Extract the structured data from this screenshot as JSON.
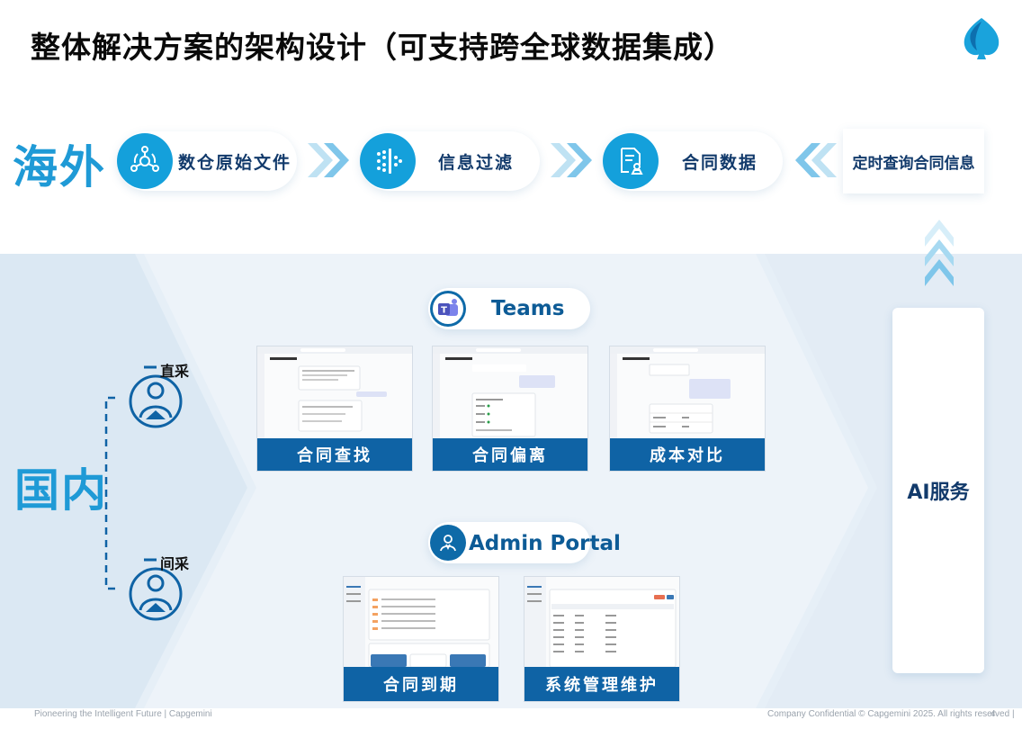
{
  "title": "整体解决方案的架构设计（可支持跨全球数据集成）",
  "overseas": {
    "label": "海外",
    "steps": [
      {
        "icon": "hub-network-icon",
        "label": "数仓原始文件"
      },
      {
        "icon": "filter-funnel-icon",
        "label": "信息过滤"
      },
      {
        "icon": "contract-stamp-icon",
        "label": "合同数据"
      }
    ],
    "external_box": "定时查询合同信息"
  },
  "domestic": {
    "label": "国内",
    "procurement": [
      "直采",
      "间采"
    ]
  },
  "teams": {
    "label": "Teams",
    "icon": "teams-icon",
    "cards": [
      "合同查找",
      "合同偏离",
      "成本对比"
    ]
  },
  "admin": {
    "label": "Admin Portal",
    "icon": "admin-user-icon",
    "cards": [
      "合同到期",
      "系统管理维护"
    ]
  },
  "ai_service": "AI服务",
  "colors": {
    "accent": "#14a0db",
    "dark_blue": "#0f63a5",
    "text_navy": "#123a6b",
    "band": "#e6eff7"
  },
  "footer": {
    "left": "Pioneering the Intelligent Future  |  Capgemini",
    "right": "Company Confidential © Capgemini 2025. All rights reserved  |",
    "page": "4"
  }
}
